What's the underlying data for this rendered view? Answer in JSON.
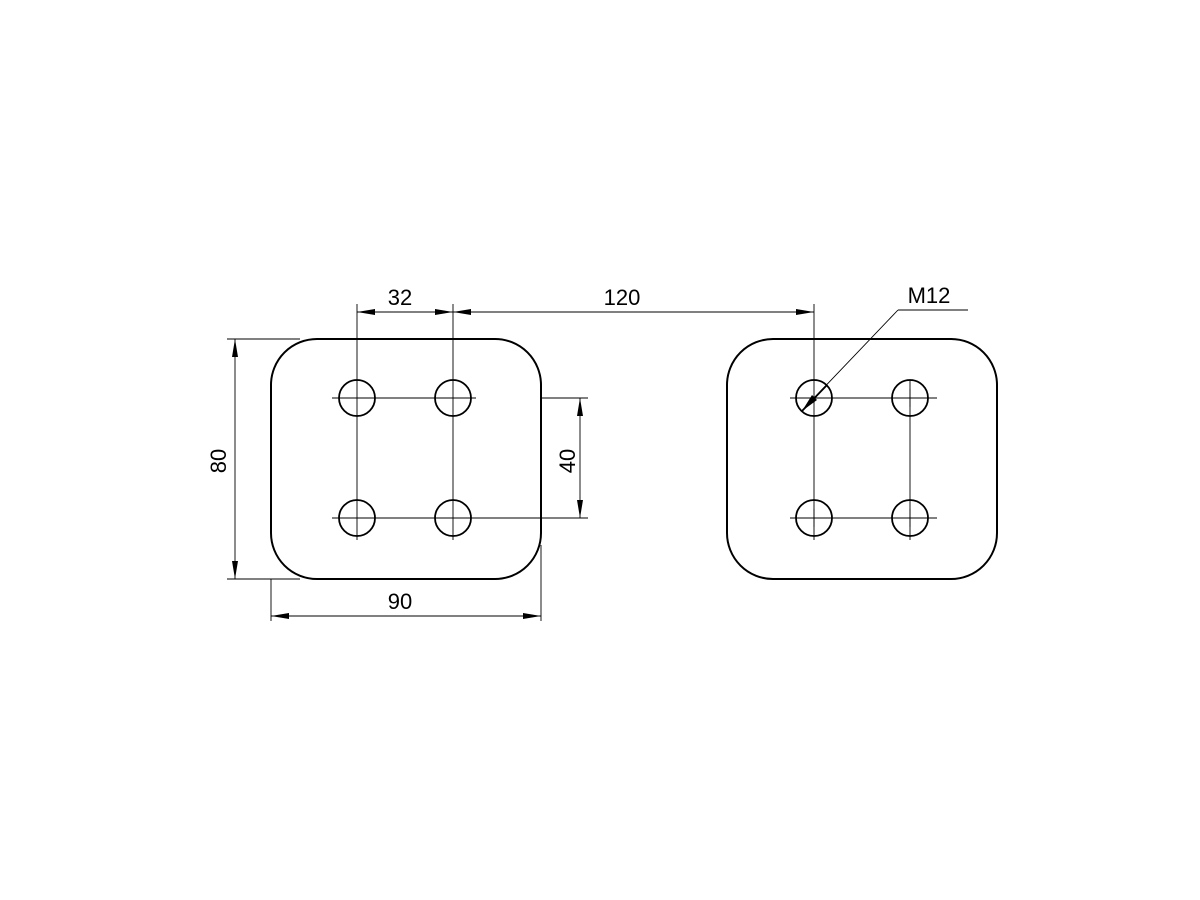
{
  "drawing": {
    "stroke_color": "#000000",
    "background_color": "#ffffff",
    "dimensions": {
      "hole_spacing_horizontal": "32",
      "plate_spacing": "120",
      "thread_callout": "M12",
      "plate_height": "80",
      "hole_spacing_vertical": "40",
      "plate_width": "90"
    }
  }
}
